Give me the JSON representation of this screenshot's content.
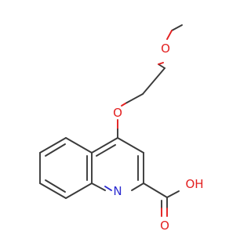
{
  "molecule": {
    "atoms": [
      {
        "id": "o_methoxy",
        "label": "O",
        "color": "#e32020"
      },
      {
        "id": "o_ether",
        "label": "O",
        "color": "#e32020"
      },
      {
        "id": "n_ring",
        "label": "N",
        "color": "#2a2ad0"
      },
      {
        "id": "o_hydroxyl",
        "label": "OH",
        "color": "#e32020"
      },
      {
        "id": "o_carbonyl",
        "label": "O",
        "color": "#e32020"
      }
    ]
  }
}
